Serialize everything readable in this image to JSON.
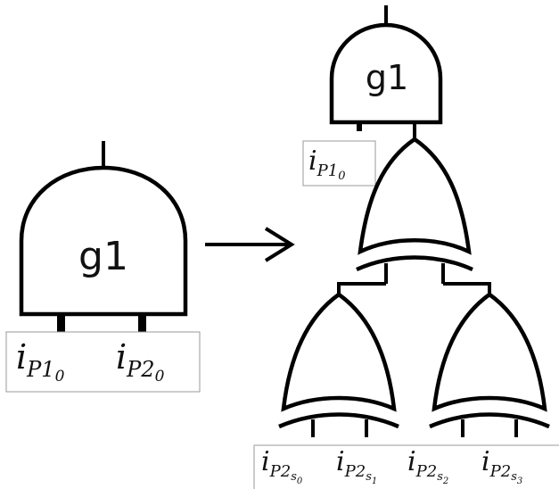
{
  "left": {
    "gate_label": "g1",
    "inputs": [
      {
        "base": "i",
        "sub": "P1",
        "subsub": "0"
      },
      {
        "base": "i",
        "sub": "P2",
        "subsub": "0"
      }
    ]
  },
  "right": {
    "gate_label": "g1",
    "top_input": {
      "base": "i",
      "sub": "P1",
      "subsub": "0"
    },
    "inputs": [
      {
        "base": "i",
        "sub": "P2",
        "subsub": "s",
        "subsubsub": "0"
      },
      {
        "base": "i",
        "sub": "P2",
        "subsub": "s",
        "subsubsub": "1"
      },
      {
        "base": "i",
        "sub": "P2",
        "subsub": "s",
        "subsubsub": "2"
      },
      {
        "base": "i",
        "sub": "P2",
        "subsub": "s",
        "subsubsub": "3"
      }
    ]
  },
  "icons": [
    "and-gate-icon",
    "or-gate-icon",
    "arrow-right-icon"
  ]
}
